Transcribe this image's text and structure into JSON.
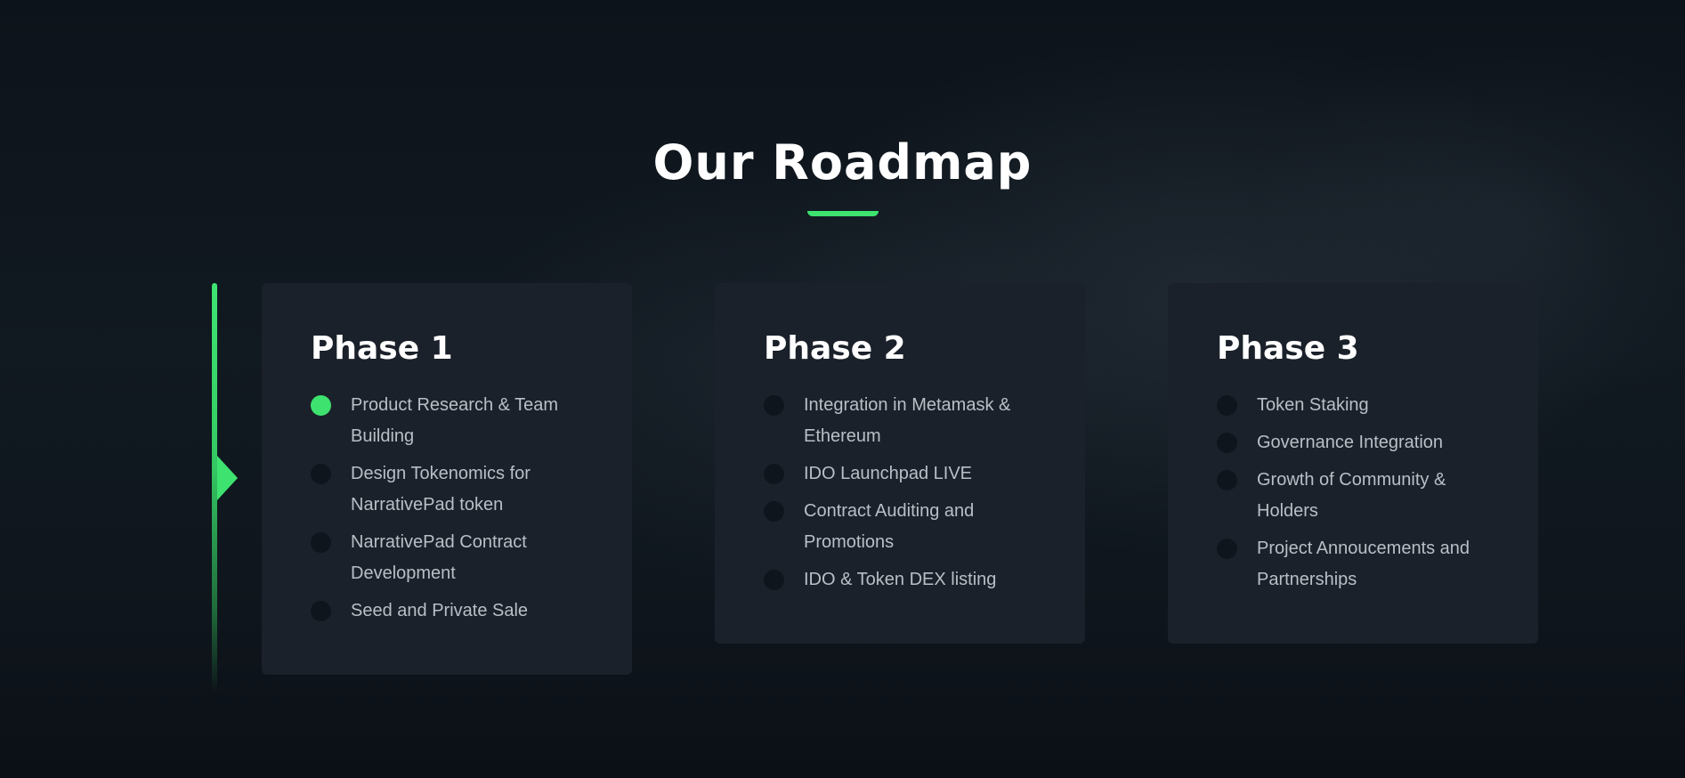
{
  "section": {
    "title": "Our Roadmap"
  },
  "colors": {
    "accent": "#3de26f",
    "card_background": "#1b212a",
    "page_background": "#0e141b"
  },
  "phases": [
    {
      "title": "Phase 1",
      "items": [
        {
          "label": "Product Research & Team Building",
          "completed": true
        },
        {
          "label": "Design Tokenomics for NarrativePad token",
          "completed": false
        },
        {
          "label": "NarrativePad Contract Development",
          "completed": false
        },
        {
          "label": "Seed and Private Sale",
          "completed": false
        }
      ]
    },
    {
      "title": "Phase 2",
      "items": [
        {
          "label": "Integration in Metamask & Ethereum",
          "completed": false
        },
        {
          "label": "IDO Launchpad LIVE",
          "completed": false
        },
        {
          "label": "Contract Auditing and Promotions",
          "completed": false
        },
        {
          "label": "IDO & Token DEX listing",
          "completed": false
        }
      ]
    },
    {
      "title": "Phase 3",
      "items": [
        {
          "label": "Token Staking",
          "completed": false
        },
        {
          "label": "Governance Integration",
          "completed": false
        },
        {
          "label": "Growth of Community & Holders",
          "completed": false
        },
        {
          "label": "Project Annoucements and Partnerships",
          "completed": false
        }
      ]
    }
  ]
}
